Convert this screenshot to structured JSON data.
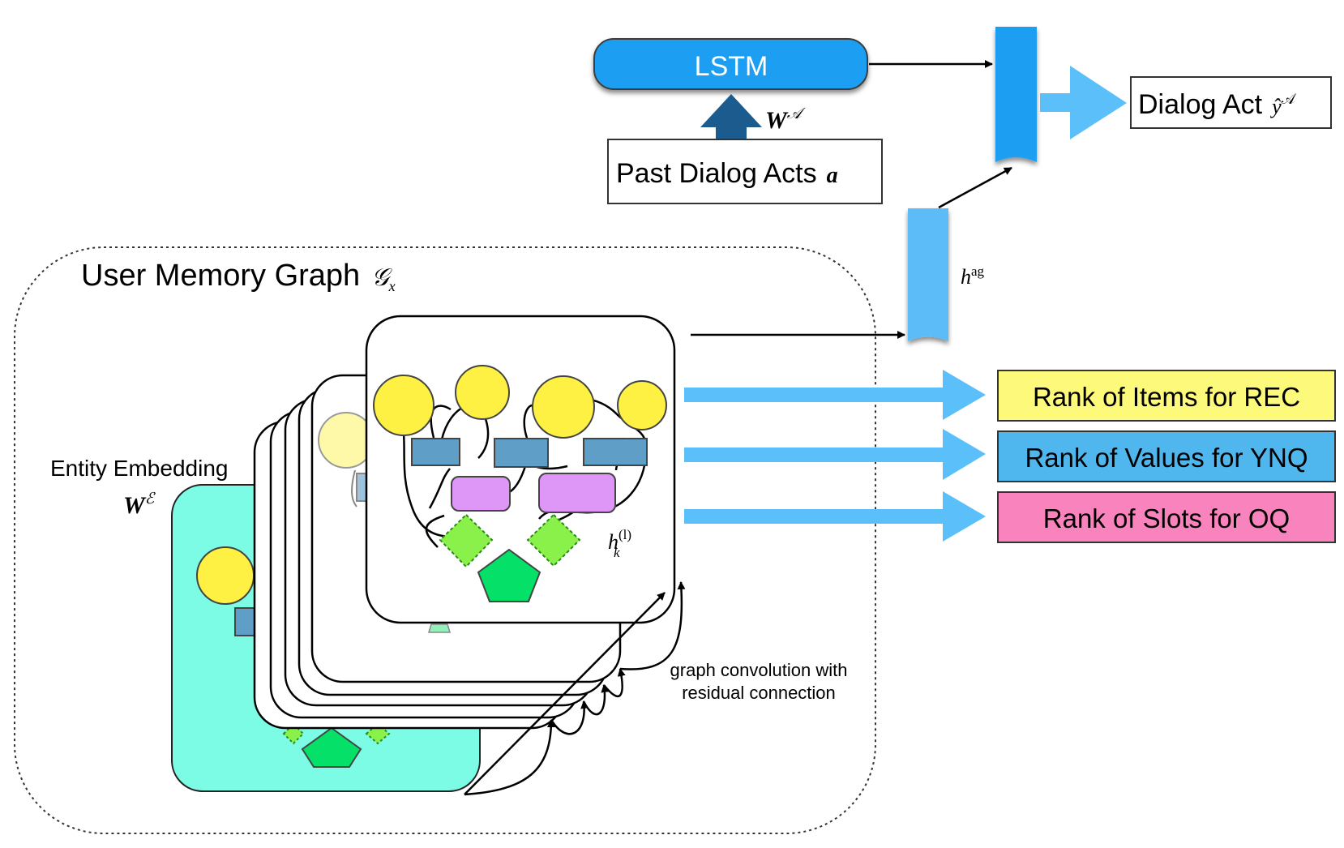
{
  "lstm": {
    "label": "LSTM",
    "weight_label": "W",
    "weight_sup": "𝒜"
  },
  "past_dialog_acts": {
    "label": "Past Dialog Acts",
    "symbol": "a"
  },
  "dialog_act": {
    "label": "Dialog Act",
    "symbol": "ŷ",
    "symbol_sup": "𝒜"
  },
  "h_ag": {
    "label": "h",
    "sup": "ag"
  },
  "user_memory_graph": {
    "label": "User Memory Graph",
    "symbol": "𝒢",
    "symbol_sub": "x"
  },
  "entity_embedding": {
    "label": "Entity Embedding",
    "weight_label": "W",
    "weight_sup": "ℰ"
  },
  "hidden_state": {
    "label": "h",
    "sup": "(l)",
    "sub": "k"
  },
  "graph_convolution_note": {
    "line1": "graph convolution with",
    "line2": "residual connection"
  },
  "outputs": [
    {
      "label": "Rank of Items for REC",
      "color": "#fdf97a"
    },
    {
      "label": "Rank of Values for YNQ",
      "color": "#4fb6ee"
    },
    {
      "label": "Rank of Slots for OQ",
      "color": "#f983bd"
    }
  ],
  "colors": {
    "lstm": "#1e9ff3",
    "concat_bar": "#1e9ff3",
    "hag_bar": "#5bbcf7",
    "arrow_light": "#5bbff9",
    "arrow_dark": "#1b5b8e",
    "embedding_card": "#7cfbe5",
    "entity_circle": "#fef143",
    "slot_rect": "#5f9ec7",
    "value_rect": "#df97f7",
    "diamond": "#8af04a",
    "pentagon": "#05e069"
  }
}
